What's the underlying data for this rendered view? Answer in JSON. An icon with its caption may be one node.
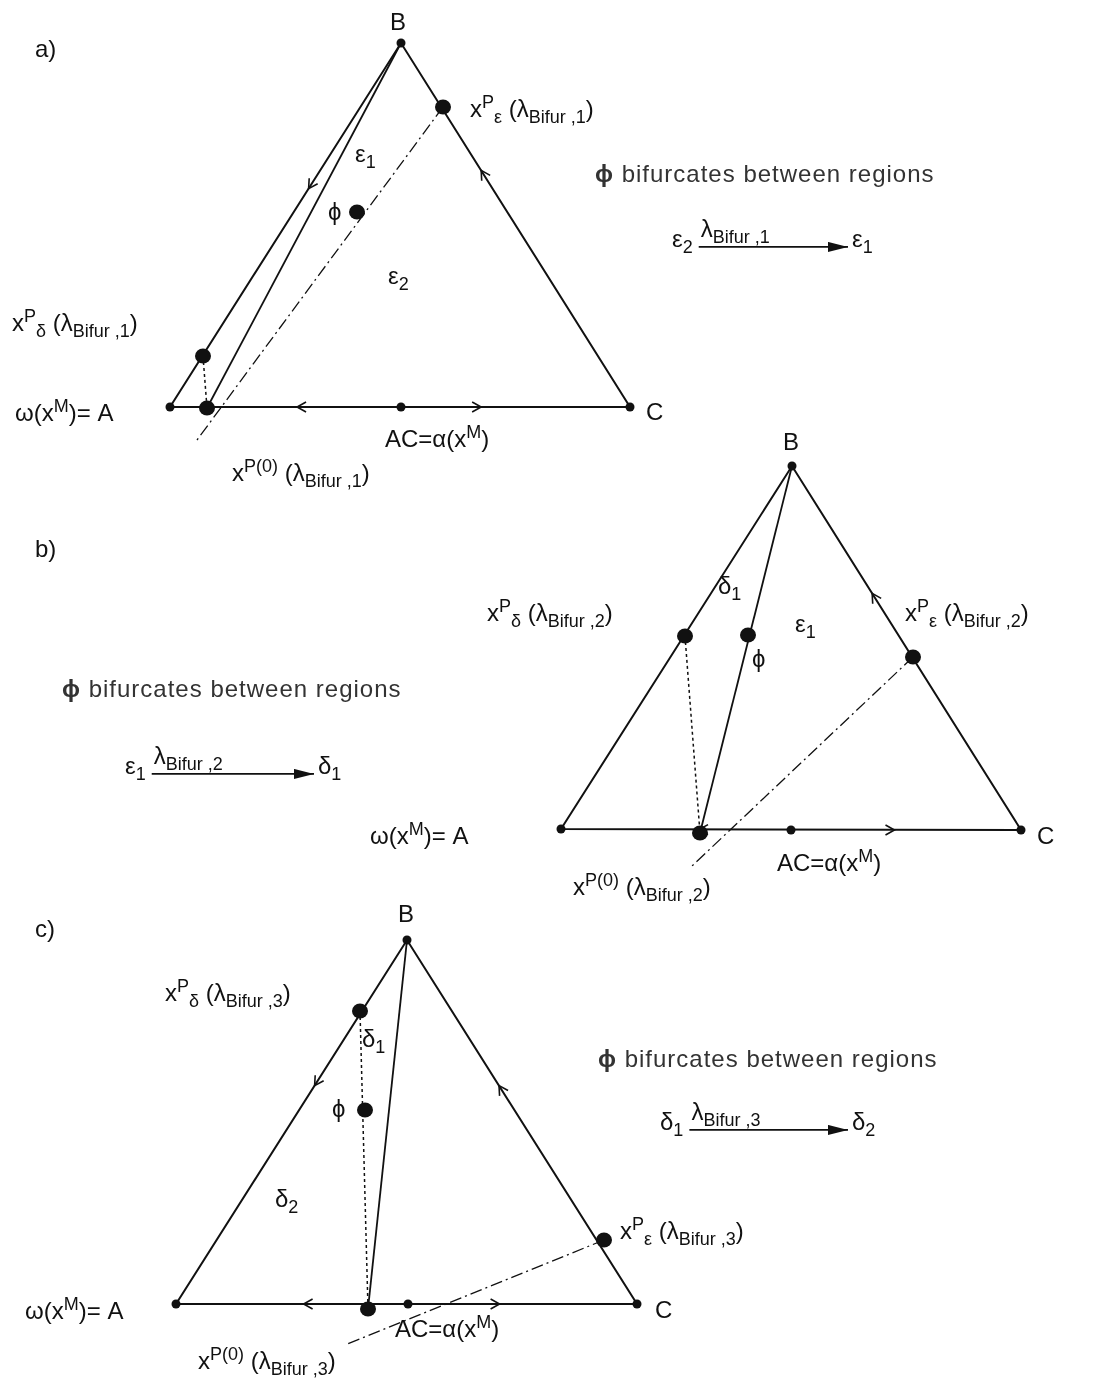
{
  "diagram": {
    "nodes": [
      {
        "text": [
          "ε$_{2}$"
        ]
      },
      {
        "text": [
          "ε$_{1}$"
        ]
      },
      {
        "text": [
          "ε$_{1}$"
        ]
      },
      {
        "text": [
          "δ$_{1}$"
        ]
      },
      {
        "text": [
          "δ$_{1}$"
        ]
      },
      {
        "text": [
          "δ$_{2}$"
        ]
      }
    ],
    "edges": [
      {
        "from": 0,
        "to": 1,
        "arrow": "to",
        "label": "λ$_{Bifur ,1}$"
      },
      {
        "from": 2,
        "to": 3,
        "arrow": "to",
        "label": "λ$_{Bifur ,2}$"
      },
      {
        "from": 4,
        "to": 5,
        "arrow": "to",
        "label": "λ$_{Bifur ,3}$"
      }
    ],
    "labels": [
      "a)",
      "B",
      "x$^{P}$$_{ε}$ (λ$_{Bifur ,1}$)",
      "ε$_{1}$",
      "ϕ",
      "**ϕ** bifurcates between regions",
      "ε$_{2}$",
      "x$^{P}$$_{δ}$ (λ$_{Bifur ,1}$)",
      "ω(x$^{M}$)= A",
      "C",
      "AC=α(x$^{M}$)",
      "x$^{P(0)}$ (λ$_{Bifur ,1}$)",
      "B",
      "b)",
      "δ$_{1}$",
      "x$^{P}$$_{δ}$ (λ$_{Bifur ,2}$)",
      "ε$_{1}$",
      "x$^{P}$$_{ε}$ (λ$_{Bifur ,2}$)",
      "ϕ",
      "**ϕ** bifurcates between regions",
      "ω(x$^{M}$)= A",
      "C",
      "AC=α(x$^{M}$)",
      "x$^{P(0)}$ (λ$_{Bifur ,2}$)",
      "c)",
      "B",
      "x$^{P}$$_{δ}$ (λ$_{Bifur ,3}$)",
      "δ$_{1}$",
      "**ϕ** bifurcates between regions",
      "ϕ",
      "δ$_{2}$",
      "x$^{P}$$_{ε}$ (λ$_{Bifur ,3}$)",
      "ω(x$^{M}$)= A",
      "C",
      "AC=α(x$^{M}$)",
      "x$^{P(0)}$ (λ$_{Bifur ,3}$)"
    ]
  }
}
